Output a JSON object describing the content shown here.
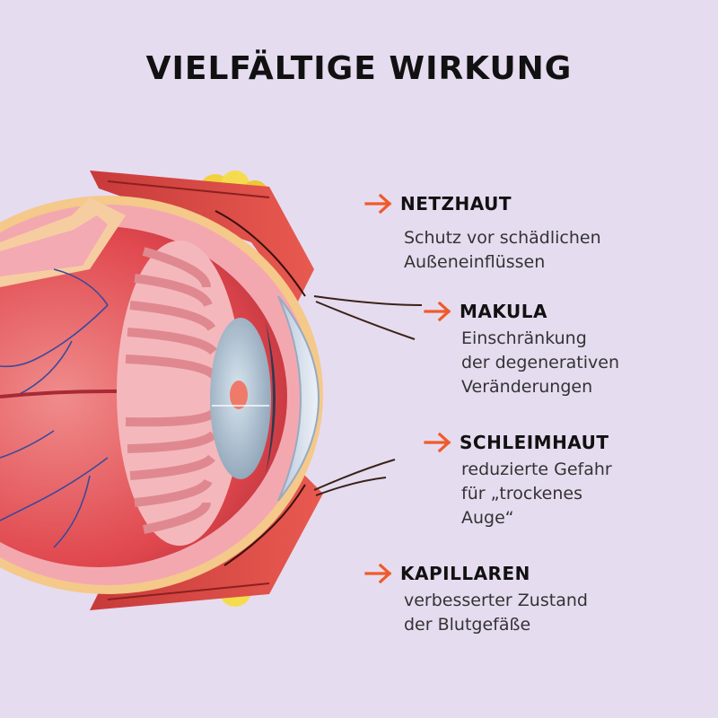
{
  "title": "VIELFÄLTIGE WIRKUNG",
  "colors": {
    "background": "#e6dcf0",
    "accent_arrow": "#f05a28",
    "text": "#111111"
  },
  "features": [
    {
      "icon": "arrow-right-icon",
      "name": "NETZHAUT",
      "lines": [
        "Schutz vor schädlichen",
        "Außeneinflüssen"
      ]
    },
    {
      "icon": "arrow-right-icon",
      "name": "MAKULA",
      "lines": [
        "Einschränkung",
        "der degenerativen",
        "Veränderungen"
      ]
    },
    {
      "icon": "arrow-right-icon",
      "name": "SCHLEIMHAUT",
      "lines": [
        "reduzierte Gefahr",
        "für „trockenes",
        "Auge“"
      ]
    },
    {
      "icon": "arrow-right-icon",
      "name": "KAPILLAREN",
      "lines": [
        "verbesserter Zustand",
        "der Blutgefäße"
      ]
    }
  ]
}
